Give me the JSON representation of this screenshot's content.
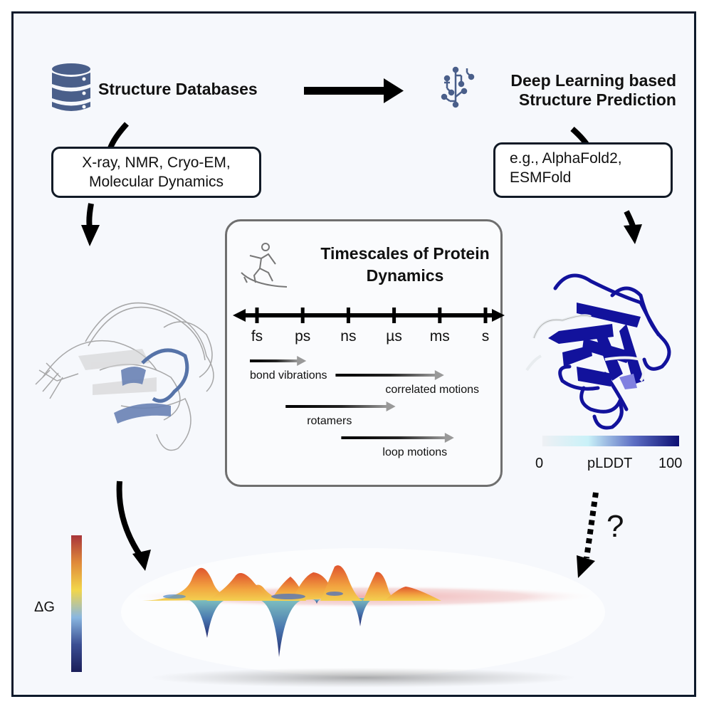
{
  "source_panel": {
    "title": "Structure Databases",
    "icon": "database-icon",
    "methods_callout": [
      "X-ray, NMR, Cryo-EM,",
      "Molecular Dynamics"
    ]
  },
  "prediction_panel": {
    "title_lines": [
      "Deep Learning based",
      "Structure Prediction"
    ],
    "icon": "circuit-network-icon",
    "examples_callout": [
      "e.g., AlphaFold2,",
      "ESMFold"
    ]
  },
  "timescales": {
    "title_lines": [
      "Timescales of Protein",
      "Dynamics"
    ],
    "icon": "surfer-icon",
    "ticks": [
      "fs",
      "ps",
      "ns",
      "µs",
      "ms",
      "s"
    ],
    "motions": [
      {
        "label": "bond vibrations",
        "from": "fs",
        "to": "ps"
      },
      {
        "label": "correlated motions",
        "from": "ns",
        "to": "ms"
      },
      {
        "label": "rotamers",
        "from": "ps",
        "to": "µs"
      },
      {
        "label": "loop motions",
        "from": "ns",
        "to": "ms"
      }
    ]
  },
  "plddt_colorbar": {
    "min_label": "0",
    "title": "pLDDT",
    "max_label": "100",
    "colors": [
      "#eef0f4",
      "#c9f1f8",
      "#5d6fc4",
      "#0d0f73"
    ]
  },
  "energy_landscape": {
    "colorbar_label": "ΔG",
    "colors": [
      "#a8353a",
      "#e08a3a",
      "#f2d64a",
      "#8ab7e0",
      "#3b4e93",
      "#1b1f5a"
    ],
    "question_mark": "?"
  },
  "colors": {
    "frame_border": "#0e1a2b",
    "background": "#f6f8fc",
    "icon_blue": "#4a5f8a",
    "protein_blue": "#1a1aa0"
  }
}
